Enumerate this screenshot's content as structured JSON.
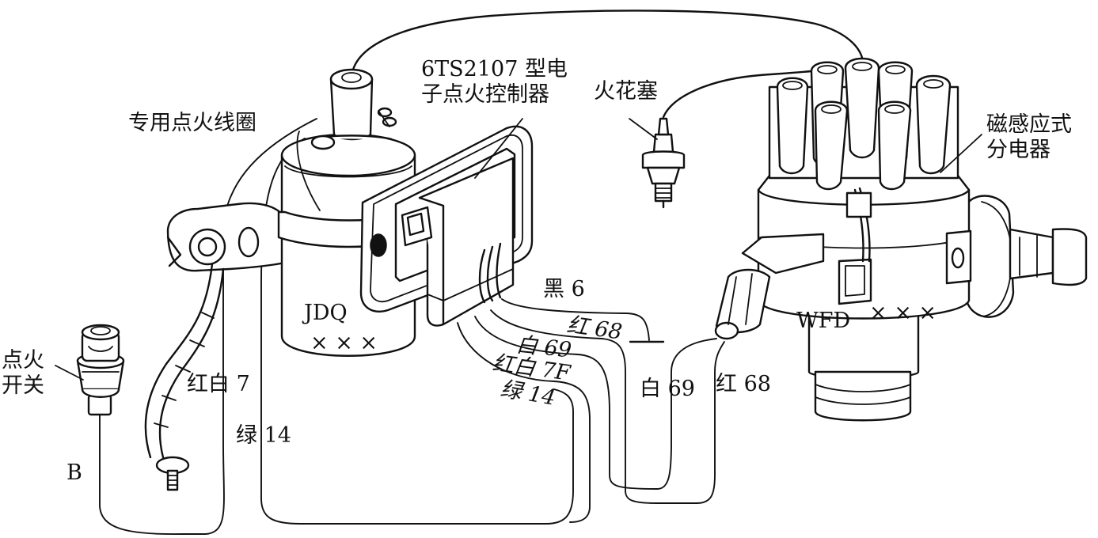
{
  "components": {
    "coil": "专用点火线圈",
    "coil_code": "JDQ",
    "coil_marks": "× × ×",
    "controller_line1": "6TS2107 型电",
    "controller_line2": "子点火控制器",
    "spark_plug": "火花塞",
    "distributor_line1": "磁感应式",
    "distributor_line2": "分电器",
    "distributor_code": "WFD",
    "distributor_marks": "× × ×",
    "switch_line1": "点火",
    "switch_line2": "开关",
    "battery_terminal": "B"
  },
  "wires": {
    "black_6": "黑 6",
    "red_68_controller": "红 68",
    "white_69_controller": "白 69",
    "red_white_7f": "红白 7F",
    "green_14_controller": "绿 14",
    "red_white_7": "红白 7",
    "green_14_coil": "绿 14",
    "white_69_distributor": "白 69",
    "red_68_distributor": "红 68"
  }
}
